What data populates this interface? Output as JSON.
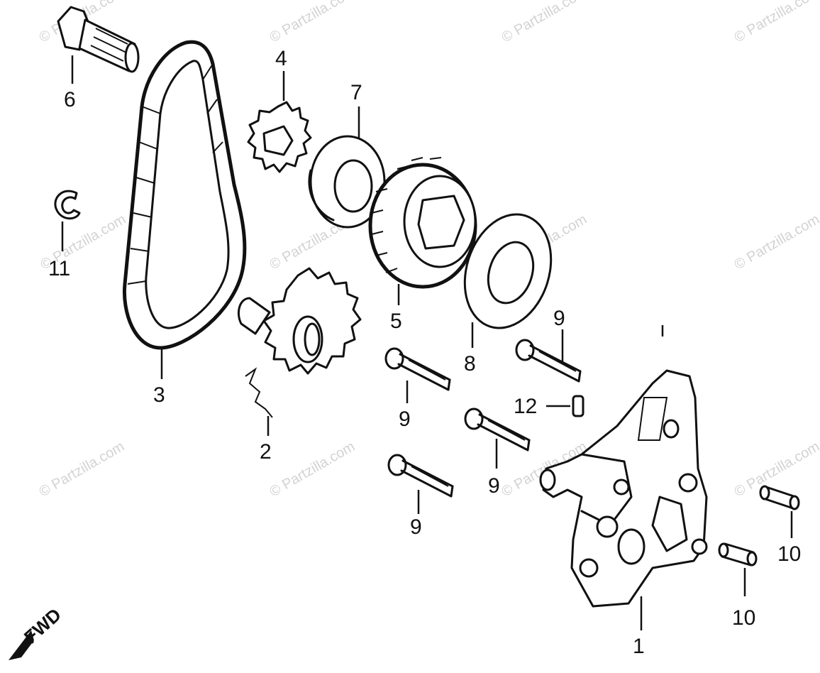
{
  "watermark_text": "© Partzilla.com",
  "fwd_label": "FWD",
  "callouts": {
    "oil_pump": "1",
    "driven_sprocket": "2",
    "chain": "3",
    "drive_sprocket": "4",
    "primary_gear": "5",
    "collar_bolt": "6",
    "side_collar": "7",
    "washer": "8",
    "bolt": "9",
    "dowel_pin": "10",
    "circlip": "11",
    "small_pin": "12"
  },
  "colors": {
    "ink": "#111111",
    "watermark": "#d3d3d3",
    "background": "#ffffff"
  }
}
